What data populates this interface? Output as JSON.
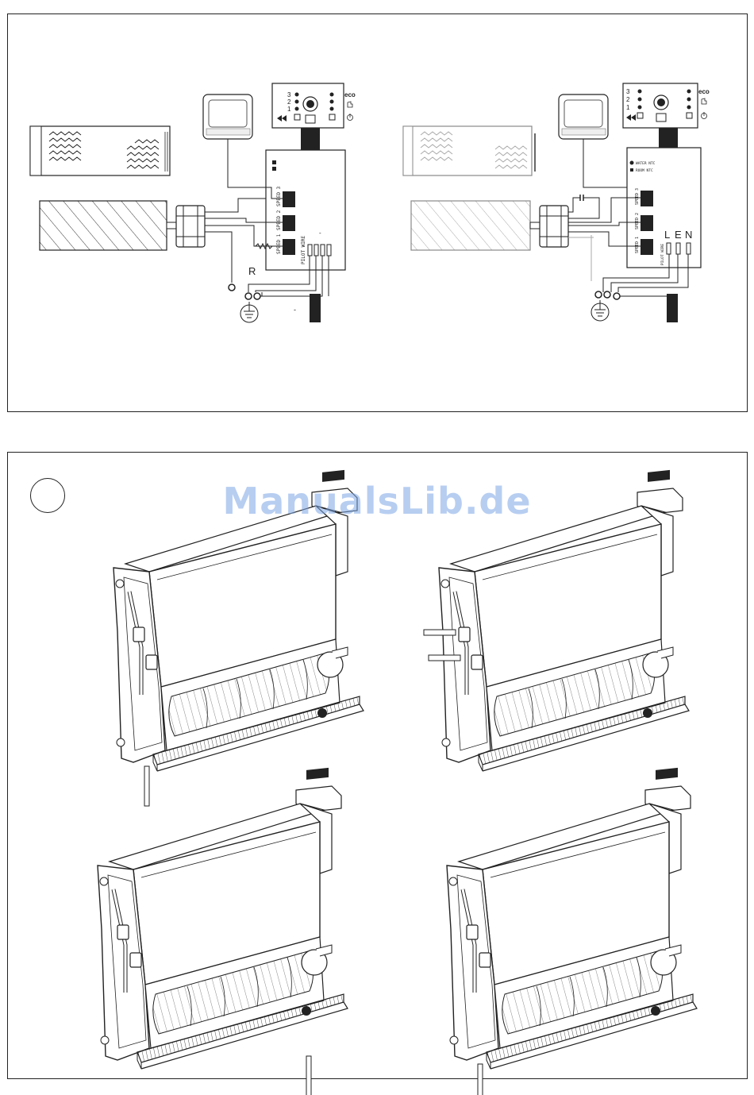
{
  "watermark": {
    "text": "ManualsLib.de",
    "color": "#7ea7e6"
  },
  "top_panel": {
    "left_diagram": {
      "control_panel": {
        "speed_labels": [
          "3",
          "2",
          "1"
        ],
        "mode_label": "eco"
      },
      "board_labels": [
        "SPEED 3",
        "SPEED 2",
        "SPEED 1",
        "PILOT WIRE"
      ],
      "resistor_label": "R",
      "minus_label_top": "-",
      "minus_label_bottom": "-"
    },
    "right_diagram": {
      "control_panel": {
        "speed_labels": [
          "3",
          "2",
          "1"
        ],
        "mode_label": "eco"
      },
      "board_labels": [
        "SPEED 3",
        "SPEED 2",
        "SPEED 1",
        "PILOT WIRE"
      ],
      "indicator_labels": [
        "WATER NTC",
        "ROOM NTC"
      ],
      "terminal_labels": {
        "l": "L",
        "e": "E",
        "n": "N"
      }
    }
  },
  "bottom_panel": {
    "step_marker": "",
    "units": [
      "unit-top-left",
      "unit-top-right",
      "unit-bottom-left",
      "unit-bottom-right"
    ]
  },
  "icons": [
    "fan-icon",
    "power-icon",
    "hand-icon",
    "ground-icon",
    "thermostat-icon"
  ]
}
